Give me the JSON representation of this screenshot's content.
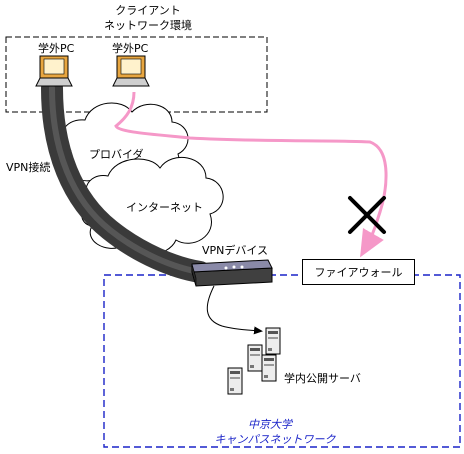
{
  "client_env": {
    "title_line1": "クライアント",
    "title_line2": "ネットワーク環境",
    "pc1_label": "学外PC",
    "pc2_label": "学外PC"
  },
  "cloud_labels": {
    "provider": "プロバイダ",
    "internet": "インターネット"
  },
  "vpn": {
    "connection_label": "VPN接続",
    "device_label": "VPNデバイス"
  },
  "firewall": {
    "label": "ファイアウォール"
  },
  "server": {
    "label": "学内公開サーバ"
  },
  "campus": {
    "line1": "中京大学",
    "line2": "キャンパスネットワーク"
  },
  "colors": {
    "pink_path": "#f598c8",
    "vpn_tunnel": "#3a3a3a",
    "campus_border": "#1a23c8",
    "pc_body": "#e8a640"
  },
  "icons": {
    "blocked": "x-mark-icon",
    "pc": "laptop-icon",
    "server": "server-tower-icon",
    "vpn_device": "router-icon"
  }
}
